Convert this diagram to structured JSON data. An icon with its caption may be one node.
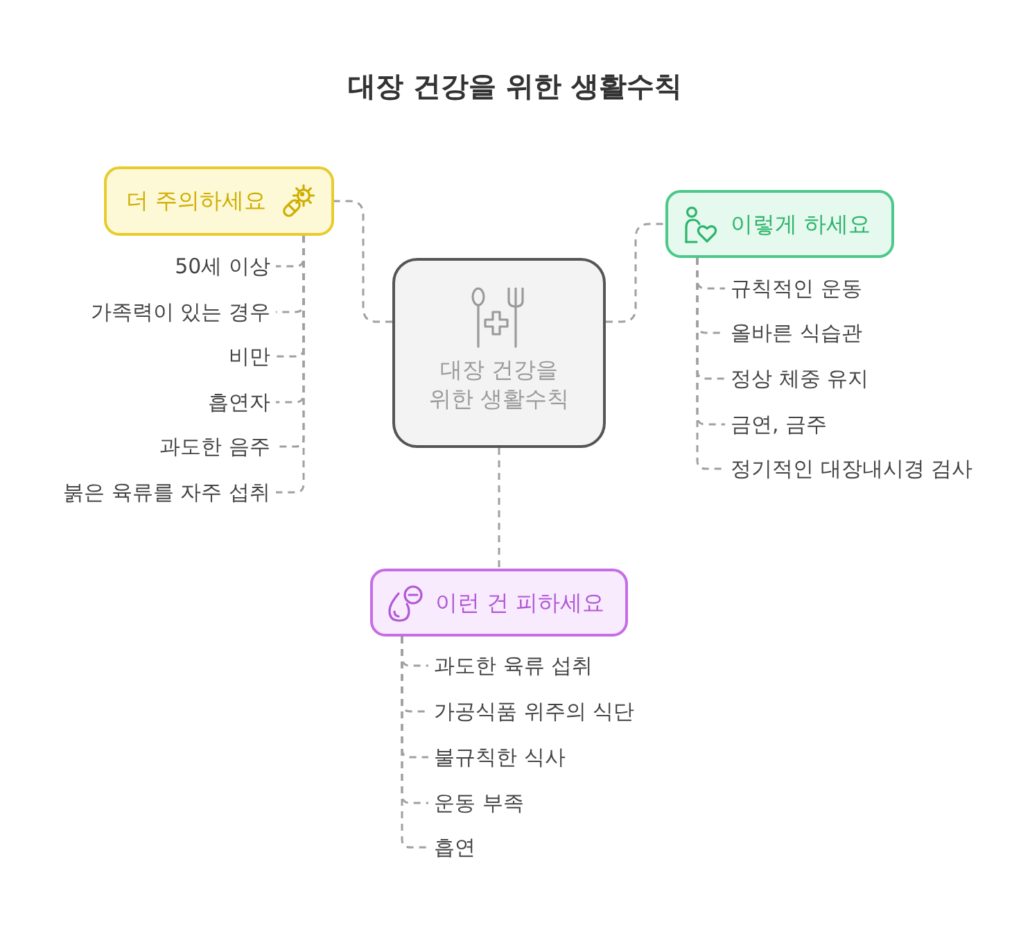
{
  "diagram": {
    "title": "대장 건강을 위한 생활수칙",
    "nodes": [
      {
        "text": [
          "대장 건강을 위한 생활수칙"
        ]
      },
      {
        "text": [
          "더 주의하세요"
        ]
      },
      {
        "text": [
          "50세 이상"
        ]
      },
      {
        "text": [
          "가족력이 있는 경우"
        ]
      },
      {
        "text": [
          "비만"
        ]
      },
      {
        "text": [
          "흡연자"
        ]
      },
      {
        "text": [
          "과도한 음주"
        ]
      },
      {
        "text": [
          "붉은 육류를 자주 섭취"
        ]
      },
      {
        "text": [
          "이렇게 하세요"
        ]
      },
      {
        "text": [
          "규칙적인 운동"
        ]
      },
      {
        "text": [
          "올바른 식습관"
        ]
      },
      {
        "text": [
          "정상 체중 유지"
        ]
      },
      {
        "text": [
          "금연, 금주"
        ]
      },
      {
        "text": [
          "정기적인 대장내시경 검사"
        ]
      },
      {
        "text": [
          "이런 건 피하세요"
        ]
      },
      {
        "text": [
          "과도한 육류 섭취"
        ]
      },
      {
        "text": [
          "가공식품 위주의 식단"
        ]
      },
      {
        "text": [
          "불규칙한 식사"
        ]
      },
      {
        "text": [
          "운동 부족"
        ]
      },
      {
        "text": [
          "흡연"
        ]
      }
    ],
    "edges": [
      {
        "from": 0,
        "to": 1,
        "arrow": "none",
        "style": "dashed"
      },
      {
        "from": 1,
        "to": 2,
        "arrow": "none",
        "style": "dashed"
      },
      {
        "from": 1,
        "to": 3,
        "arrow": "none",
        "style": "dashed"
      },
      {
        "from": 1,
        "to": 4,
        "arrow": "none",
        "style": "dashed"
      },
      {
        "from": 1,
        "to": 5,
        "arrow": "none",
        "style": "dashed"
      },
      {
        "from": 1,
        "to": 6,
        "arrow": "none",
        "style": "dashed"
      },
      {
        "from": 1,
        "to": 7,
        "arrow": "none",
        "style": "dashed"
      },
      {
        "from": 0,
        "to": 8,
        "arrow": "none",
        "style": "dashed"
      },
      {
        "from": 8,
        "to": 9,
        "arrow": "none",
        "style": "dashed"
      },
      {
        "from": 8,
        "to": 10,
        "arrow": "none",
        "style": "dashed"
      },
      {
        "from": 8,
        "to": 11,
        "arrow": "none",
        "style": "dashed"
      },
      {
        "from": 8,
        "to": 12,
        "arrow": "none",
        "style": "dashed"
      },
      {
        "from": 8,
        "to": 13,
        "arrow": "none",
        "style": "dashed"
      },
      {
        "from": 0,
        "to": 14,
        "arrow": "none",
        "style": "dashed"
      },
      {
        "from": 14,
        "to": 15,
        "arrow": "none",
        "style": "dashed"
      },
      {
        "from": 14,
        "to": 16,
        "arrow": "none",
        "style": "dashed"
      },
      {
        "from": 14,
        "to": 17,
        "arrow": "none",
        "style": "dashed"
      },
      {
        "from": 14,
        "to": 18,
        "arrow": "none",
        "style": "dashed"
      },
      {
        "from": 14,
        "to": 19,
        "arrow": "none",
        "style": "dashed"
      }
    ]
  }
}
